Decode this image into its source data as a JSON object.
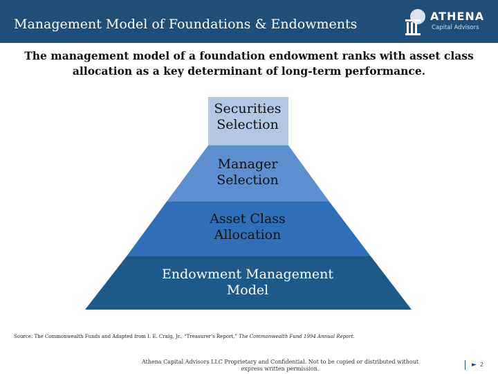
{
  "header": {
    "title": "Management Model of Foundations & Endowments",
    "logo_word": "ATHENA",
    "logo_sub": "Capital Advisors"
  },
  "intro": "The management model of a foundation endowment ranks with asset class allocation as a key determinant of long-term performance.",
  "pyramid": {
    "tiers": [
      {
        "line1": "Securities",
        "line2": "Selection",
        "color": "#b4c6e2"
      },
      {
        "line1": "Manager",
        "line2": "Selection",
        "color": "#5b8fd0"
      },
      {
        "line1": "Asset Class",
        "line2": "Allocation",
        "color": "#2f6fb8"
      },
      {
        "line1": "Endowment Management",
        "line2": "Model",
        "color": "#1d5a8a"
      }
    ]
  },
  "source": {
    "prefix": "Source: The Commonwealth Funds and Adapted from I. E. Craig, Jr., “Treasurer’s Report,” ",
    "italic": "The Commonwealth Fund 1994 Annual Report",
    "suffix": "."
  },
  "footer": {
    "note": "Athena Capital Advisors LLC Proprietary and Confidential. Not to be copied or distributed without express written permission.",
    "page": "2"
  },
  "colors": {
    "header": "#1f4e79",
    "accent": "#1f4e79"
  }
}
